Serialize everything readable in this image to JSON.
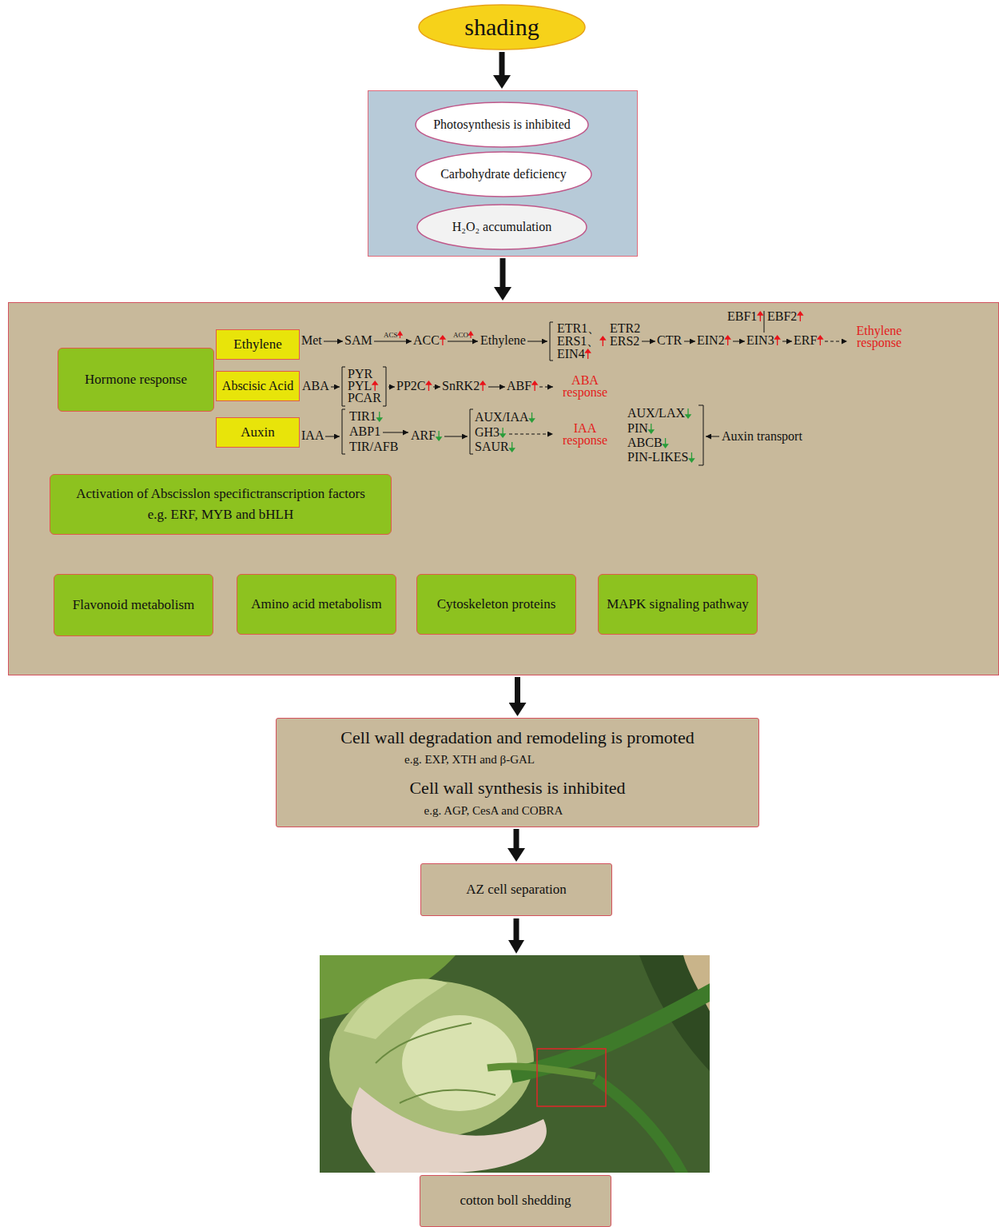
{
  "diagram": {
    "nodes": [
      {
        "text": [
          "shading"
        ]
      },
      {
        "text": []
      },
      {
        "text": [
          "Photosynthesis is inhibited"
        ],
        "in": 1
      },
      {
        "text": [
          "Carbohydrate deficiency"
        ],
        "in": 1
      },
      {
        "text": [
          "H₂O₂ accumulation"
        ],
        "in": 1
      },
      {
        "text": []
      },
      {
        "text": [
          "Hormone response"
        ],
        "in": 5
      },
      {
        "text": [
          "Ethylene"
        ],
        "in": 5
      },
      {
        "text": [
          "Abscisic Acid"
        ],
        "in": 5
      },
      {
        "text": [
          "Auxin"
        ],
        "in": 5
      },
      {
        "text": [
          "Activation of Abscisslon specifictranscription factors",
          "e.g. ERF, MYB and bHLH"
        ],
        "in": 5
      },
      {
        "text": [
          "Flavonoid metabolism"
        ],
        "in": 5
      },
      {
        "text": [
          "Amino acid metabolism"
        ],
        "in": 5
      },
      {
        "text": [
          "Cytoskeleton proteins"
        ],
        "in": 5
      },
      {
        "text": [
          "MAPK signaling pathway"
        ],
        "in": 5
      },
      {
        "text": [
          "Cell wall degradation and remodeling is promoted",
          "e.g. EXP, XTH and β-GAL",
          "Cell wall synthesis is inhibited",
          "e.g. AGP, CesA and COBRA"
        ]
      },
      {
        "text": [
          "AZ cell separation"
        ]
      },
      {
        "text": [
          "cotton boll shedding"
        ]
      }
    ],
    "edges": [
      {
        "from": 0,
        "to": 1,
        "arrow": "to"
      },
      {
        "from": 1,
        "to": 5,
        "arrow": "to"
      },
      {
        "from": 5,
        "to": 15,
        "arrow": "to"
      },
      {
        "from": 15,
        "to": 16,
        "arrow": "to"
      }
    ],
    "labels": [
      "Met",
      "SAM",
      "ACS",
      "ACC",
      "ACO",
      "Ethylene",
      "ETR1、",
      "ERS1、",
      "EIN4",
      "ETR2",
      "ERS2",
      "CTR",
      "EIN2",
      "EIN3",
      "ERF",
      "Ethylene response",
      "EBF1",
      "EBF2",
      "ABA",
      "PYR",
      "PYL",
      "PCAR",
      "PP2C",
      "SnRK2",
      "ABF",
      "ABA response",
      "IAA",
      "TIR1",
      "ABP1",
      "TIR/AFB",
      "ARF",
      "AUX/IAA",
      "GH3",
      "SAUR",
      "IAA response",
      "AUX/LAX",
      "PIN",
      "ABCB",
      "PIN-LIKES",
      "Auxin transport"
    ]
  }
}
